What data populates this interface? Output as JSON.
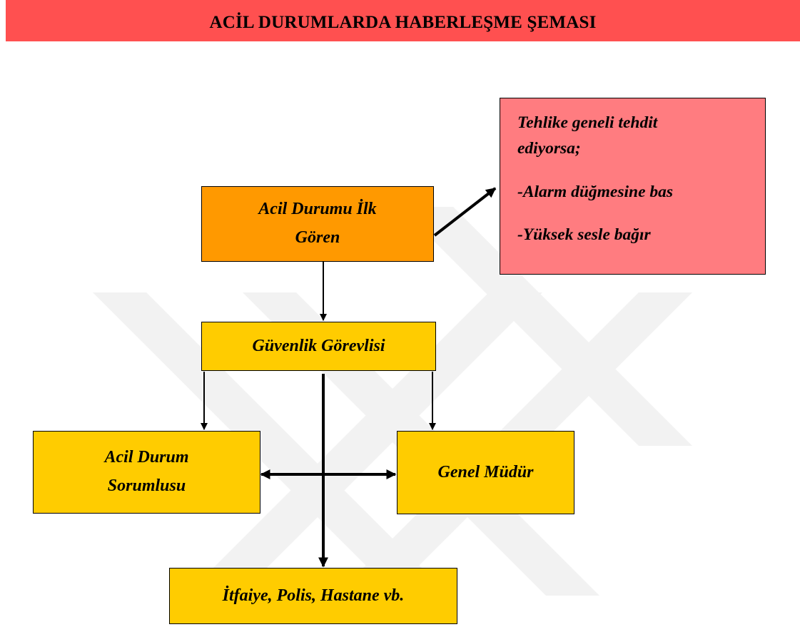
{
  "title": "ACİL DURUMLARDA HABERLEŞME ŞEMASI",
  "colors": {
    "title_bar": "#ff5050",
    "first_seen_box": "#ff9900",
    "yellow_boxes": "#ffcc00",
    "warning_box": "#ff7c80",
    "watermark": "#f2f2f2"
  },
  "nodes": {
    "first_seen": {
      "line1": "Acil Durumu İlk",
      "line2": "Gören"
    },
    "security": {
      "label": "Güvenlik Görevlisi"
    },
    "emergency_officer": {
      "line1": "Acil Durum",
      "line2": "Sorumlusu"
    },
    "general_manager": {
      "label": "Genel Müdür"
    },
    "services": {
      "label": "İtfaiye, Polis, Hastane vb."
    },
    "warning": {
      "line1": "Tehlike geneli tehdit",
      "line2": "ediyorsa;",
      "line3": "-Alarm düğmesine bas",
      "line4": "-Yüksek sesle bağır"
    }
  },
  "edges": [
    {
      "from": "first_seen",
      "to": "warning"
    },
    {
      "from": "first_seen",
      "to": "security"
    },
    {
      "from": "security",
      "to": "emergency_officer"
    },
    {
      "from": "security",
      "to": "general_manager"
    },
    {
      "from": "security",
      "to": "services"
    },
    {
      "from": "emergency_officer",
      "to": "general_manager",
      "bidirectional": true
    }
  ]
}
